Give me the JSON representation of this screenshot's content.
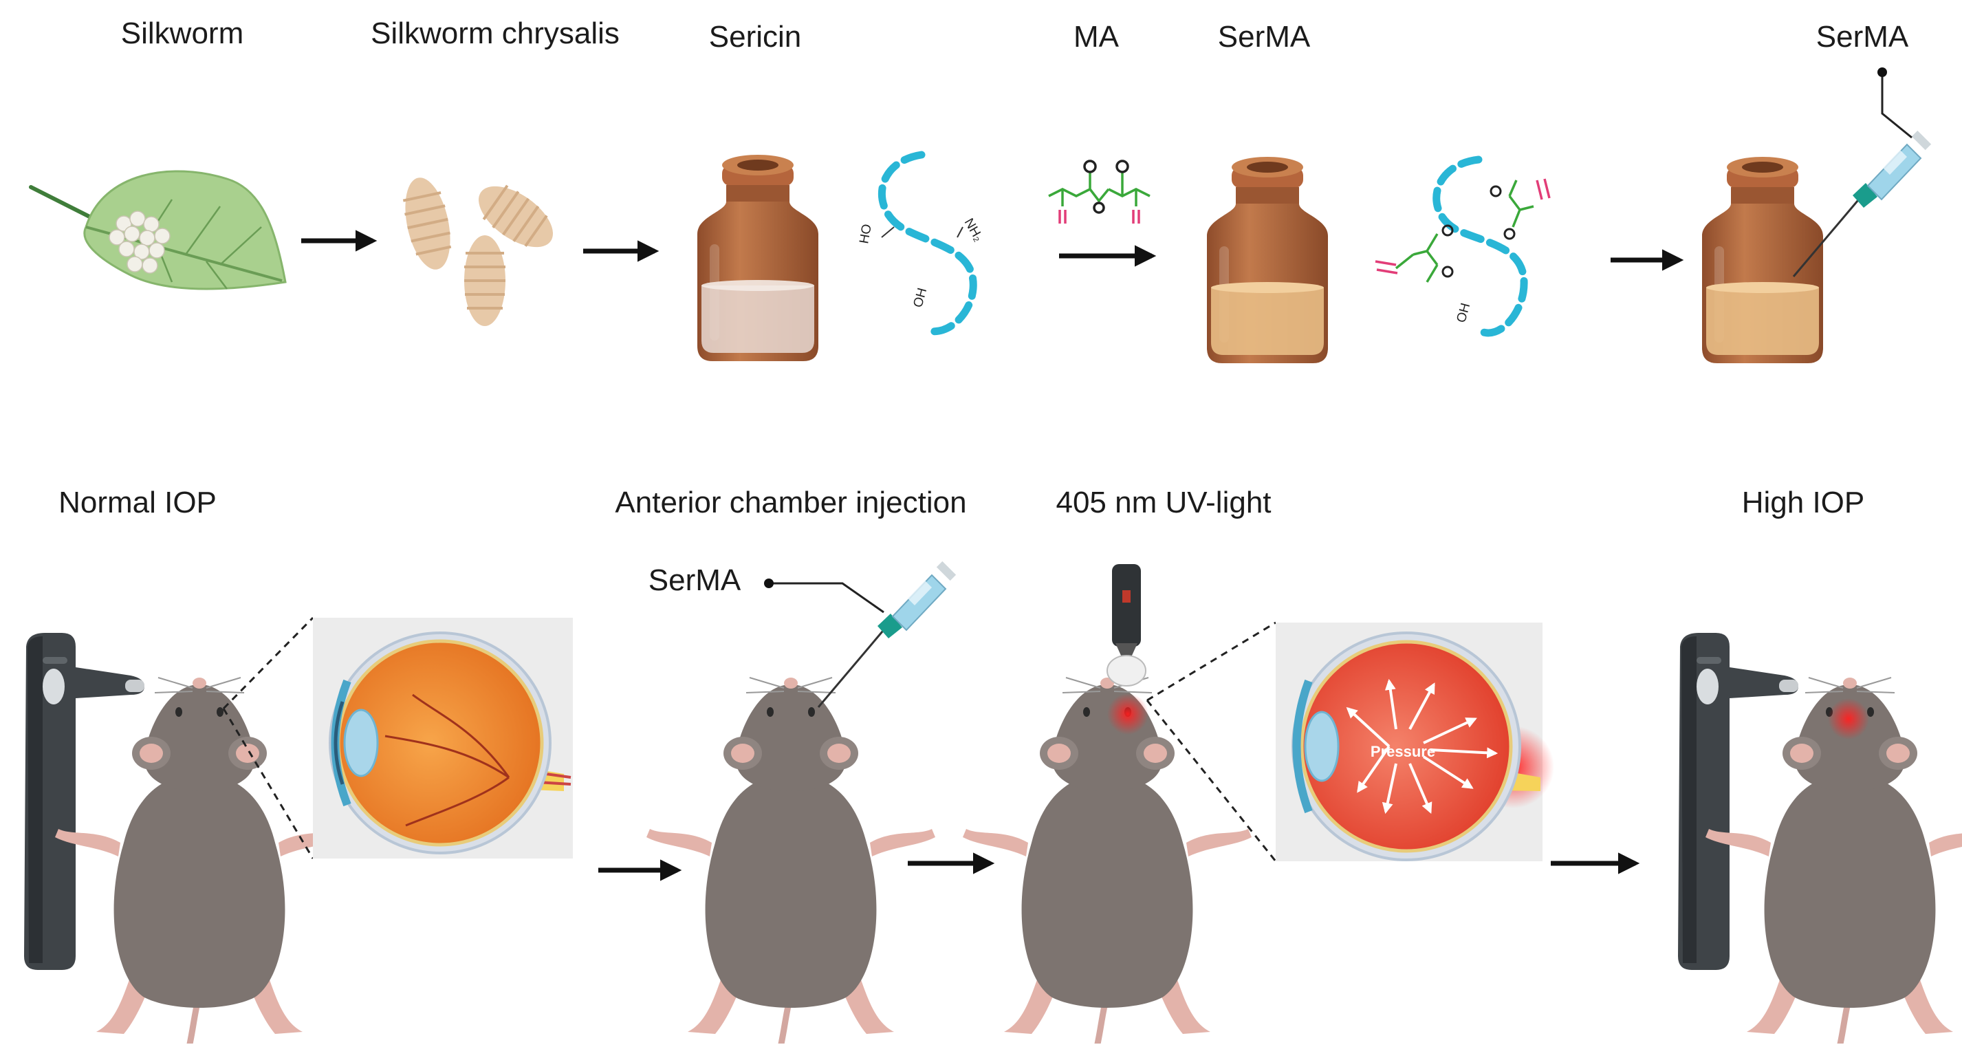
{
  "figure": {
    "row1": {
      "silkworm_label": "Silkworm",
      "chrysalis_label": "Silkworm chrysalis",
      "sericin_label": "Sericin",
      "ma_label": "MA",
      "serma_label": "SerMA",
      "serma_syringe_label": "SerMA",
      "sericin_groups": [
        "HO",
        "NH₂",
        "OH"
      ],
      "serma_groups": [
        "OH"
      ]
    },
    "row2": {
      "normal_iop_label": "Normal IOP",
      "injection_label": "Anterior chamber injection",
      "uv_label": "405 nm UV-light",
      "high_iop_label": "High IOP",
      "serma_needle_label": "SerMA",
      "pressure_label": "Pressure"
    },
    "colors": {
      "leaf": "#a9d08e",
      "chrysalis": "#e7c9a8",
      "bottle": "#b0653d",
      "sericin_liquid": "#e9d9d2",
      "serma_liquid": "#e8bd85",
      "chain": "#29b6d6",
      "ma_bonds": "#3aa83a",
      "double_bond": "#e23d78",
      "mouse": "#7d7470",
      "tonometer": "#3f4448",
      "eye_orange": "#f08a2e",
      "eye_red": "#f05a45",
      "arrow": "#111111"
    },
    "icons": [
      "leaf-with-eggs-icon",
      "chrysalis-icon",
      "bottle-icon",
      "syringe-icon",
      "mouse-icon",
      "tonometer-icon",
      "eye-cross-section-icon",
      "uv-torch-icon"
    ]
  }
}
